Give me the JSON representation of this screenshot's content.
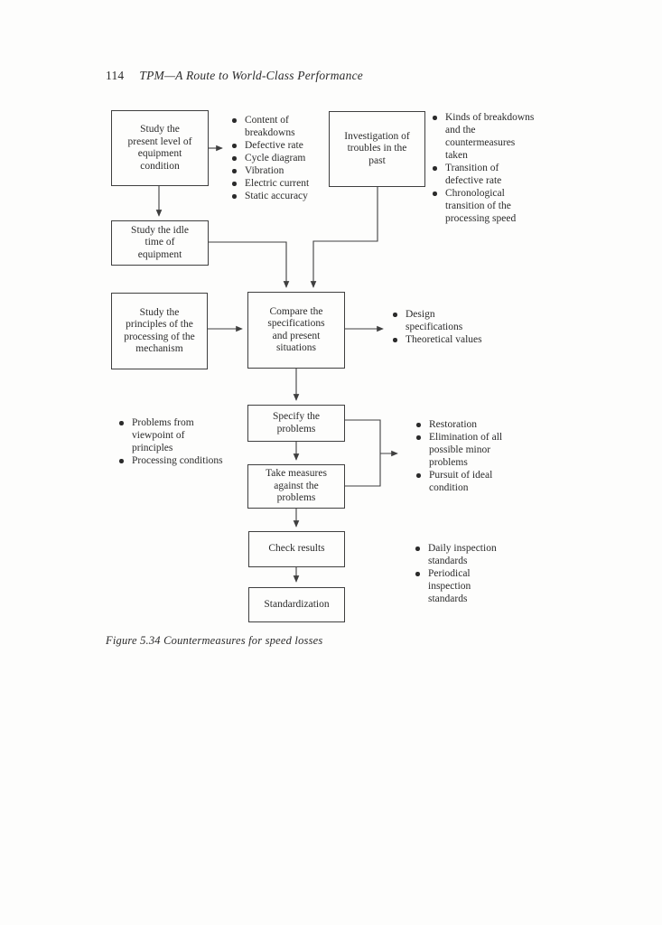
{
  "page": {
    "number": "114",
    "title": "TPM—A Route to World-Class Performance",
    "caption": "Figure 5.34 Countermeasures for speed losses"
  },
  "colors": {
    "ink": "#2b2b2b",
    "line": "#3f3f3f",
    "paper": "#fdfdfc"
  },
  "flow": {
    "boxes": {
      "present_level": "Study the\npresent level of\nequipment\ncondition",
      "investigation": "Investigation of\ntroubles in the\npast",
      "idle_time": "Study the idle\ntime of\nequipment",
      "principles": "Study the\nprinciples of the\nprocessing of the\nmechanism",
      "compare": "Compare the\nspecifications\nand present\nsituations",
      "specify": "Specify the\nproblems",
      "take_measures": "Take measures\nagainst the\nproblems",
      "check_results": "Check results",
      "standardization": "Standardization"
    },
    "lists": {
      "present_level_outputs": {
        "items": [
          "Content of\nbreakdowns",
          "Defective rate",
          "Cycle diagram",
          "Vibration",
          "Electric current",
          "Static accuracy"
        ]
      },
      "investigation_outputs": {
        "items": [
          "Kinds of breakdowns\nand the\ncountermeasures\ntaken",
          "Transition of\ndefective rate",
          "Chronological\ntransition of the\nprocessing speed"
        ]
      },
      "compare_outputs": {
        "items": [
          "Design\nspecifications",
          "Theoretical values"
        ]
      },
      "specify_inputs": {
        "items": [
          "Problems from\nviewpoint of\nprinciples",
          "Processing conditions"
        ]
      },
      "measures_outputs": {
        "items": [
          "Restoration",
          "Elimination of all\npossible minor\nproblems",
          "Pursuit of ideal\ncondition"
        ]
      },
      "check_outputs": {
        "items": [
          "Daily inspection\nstandards",
          "Periodical\ninspection\nstandards"
        ]
      }
    }
  }
}
